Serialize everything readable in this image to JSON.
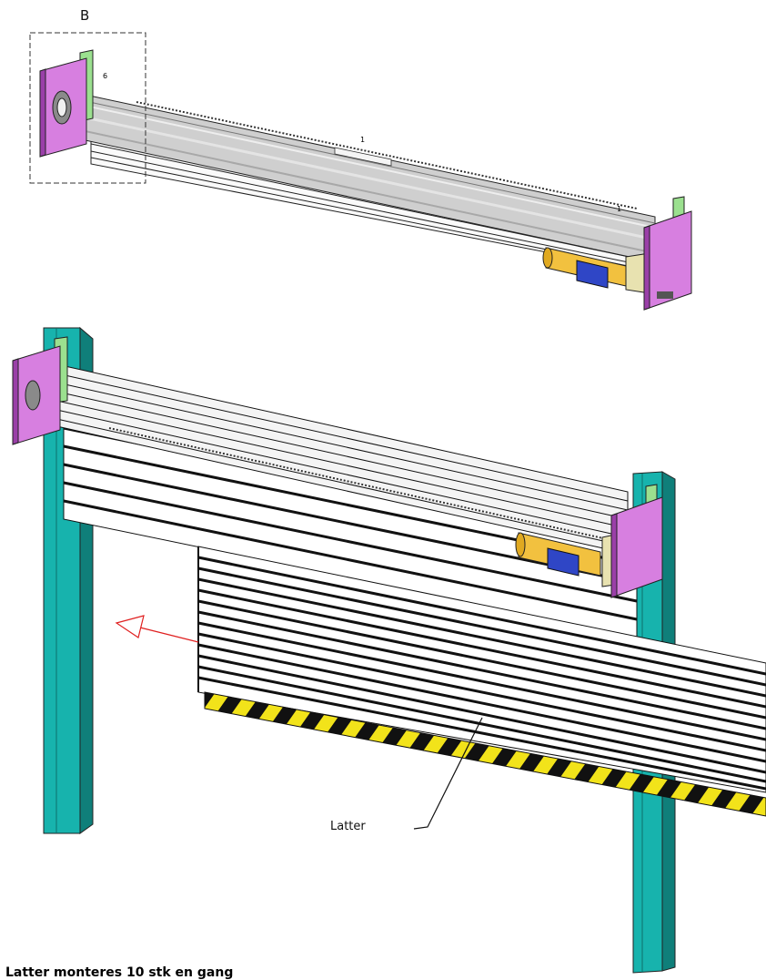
{
  "labels": {
    "detail_view": "B",
    "callout": "Latter",
    "footer_note": "Latter monteres 10 stk en gang",
    "detail_mark_small": "1",
    "detail_mark_left": "6"
  },
  "colors": {
    "bracket_magenta": "#d77fe0",
    "bracket_green": "#9be08f",
    "post_teal": "#17b3ad",
    "drum_gray": "#c8c8c8",
    "motor_yellow": "#f2c13f",
    "box_blue": "#2f46c6",
    "safety_yellow": "#f2e31a",
    "arrow_red": "#e02020"
  },
  "icons": {
    "direction_arrow": "arrow-left-icon"
  }
}
